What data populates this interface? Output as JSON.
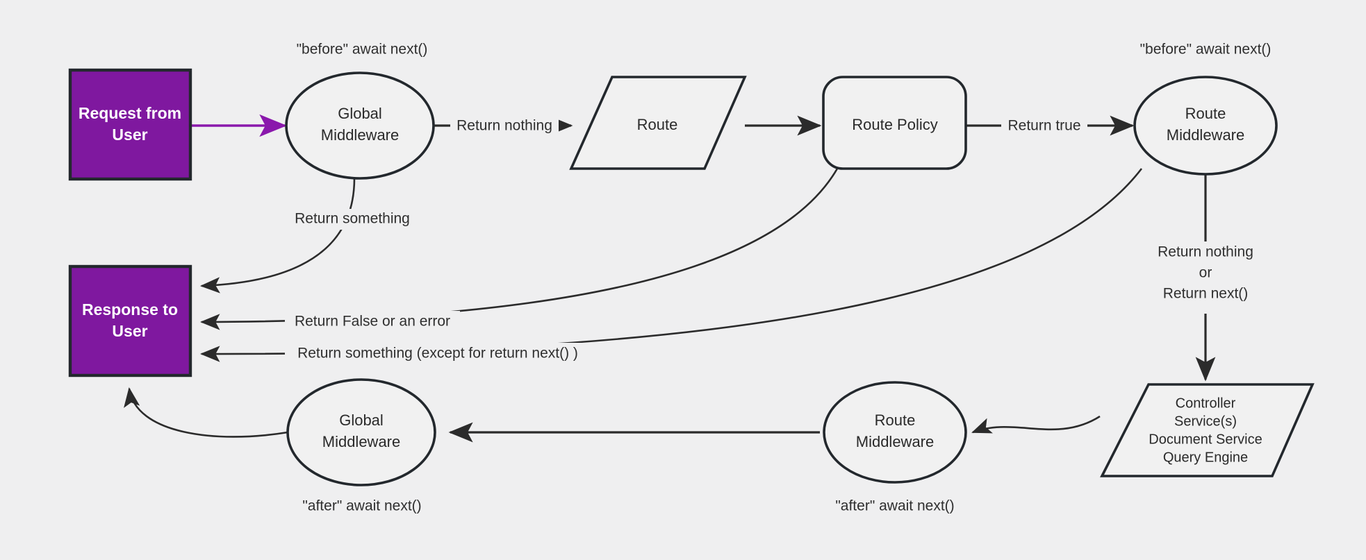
{
  "diagram": {
    "title": "Request lifecycle middleware flow",
    "background_color": "#efeff0",
    "accent_color": "#7f189f",
    "stroke_color": "#23282d"
  },
  "nodes": {
    "request_from_user": {
      "line1": "Request from",
      "line2": "User"
    },
    "global_middleware_before": {
      "line1": "Global",
      "line2": "Middleware"
    },
    "route": {
      "line1": "Route"
    },
    "route_policy": {
      "line1": "Route Policy"
    },
    "route_middleware_before": {
      "line1": "Route",
      "line2": "Middleware"
    },
    "controller": {
      "line1": "Controller",
      "line2": "Service(s)",
      "line3": "Document Service",
      "line4": "Query Engine"
    },
    "route_middleware_after": {
      "line1": "Route",
      "line2": "Middleware"
    },
    "global_middleware_after": {
      "line1": "Global",
      "line2": "Middleware"
    },
    "response_to_user": {
      "line1": "Response to",
      "line2": "User"
    }
  },
  "annotations": {
    "before_global": "\"before\" await next()",
    "before_route": "\"before\" await next()",
    "after_global": "\"after\" await next()",
    "after_route": "\"after\" await next()"
  },
  "edge_labels": {
    "return_nothing": "Return nothing",
    "return_true": "Return true",
    "return_something": "Return something",
    "return_false_or_error": "Return False or an error",
    "return_something_except": "Return something (except for return next() )",
    "return_nothing_or_next_1": "Return nothing",
    "return_nothing_or_next_2": "or",
    "return_nothing_or_next_3": "Return next()"
  }
}
